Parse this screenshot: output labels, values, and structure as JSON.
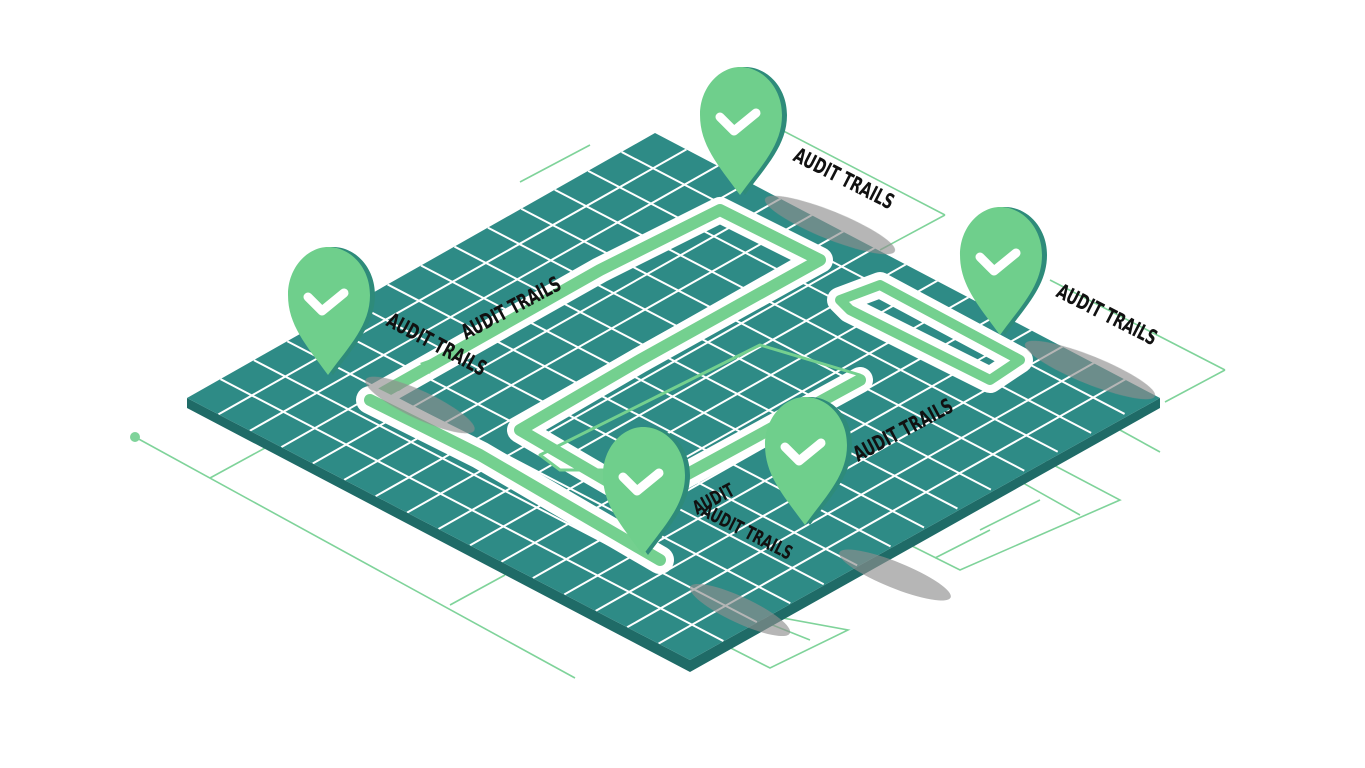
{
  "illustration": {
    "subject": "Isometric audit-trail map",
    "colors": {
      "background": "#ffffff",
      "platform_top": "#2e8b86",
      "platform_side": "#1f6b67",
      "grid_line": "#ffffff",
      "trail_white": "#ffffff",
      "trail_green": "#74d08f",
      "pin_face": "#6fcf8c",
      "pin_edge": "#2e8b7a",
      "guide_line": "#7fd39a",
      "shadow": "#9a9a9a",
      "label_text": "#111111"
    },
    "labels": [
      {
        "id": "top",
        "text": "AUDIT TRAILS"
      },
      {
        "id": "right",
        "text": "AUDIT TRAILS"
      },
      {
        "id": "path-upper",
        "text": "AUDIT TRAILS"
      },
      {
        "id": "left",
        "text": "AUDIT TRAILS"
      },
      {
        "id": "path-lower-right",
        "text": "AUDIT TRAILS"
      },
      {
        "id": "overlap-a",
        "text": "AUDIT"
      },
      {
        "id": "overlap-b",
        "text": "AUDIT TRAILS"
      }
    ],
    "pins": [
      {
        "id": "pin-top",
        "icon": "checkmark"
      },
      {
        "id": "pin-right",
        "icon": "checkmark"
      },
      {
        "id": "pin-left",
        "icon": "checkmark"
      },
      {
        "id": "pin-bottom-left",
        "icon": "checkmark"
      },
      {
        "id": "pin-bottom-right",
        "icon": "checkmark"
      }
    ]
  }
}
